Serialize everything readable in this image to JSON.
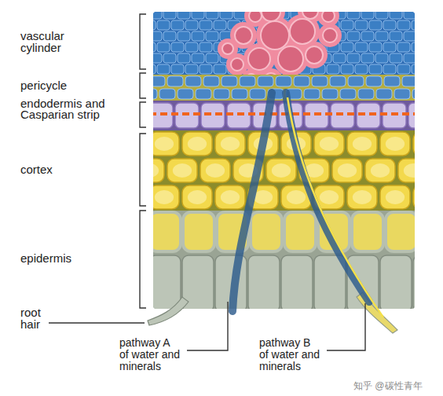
{
  "diagram": {
    "labels": [
      "vascular cylinder",
      "pericycle",
      "endodermis and Casparian strip",
      "cortex",
      "epidermis",
      "root hair",
      "pathway A of water and minerals",
      "pathway B of water and minerals",
      "知乎 @碳性青年"
    ]
  }
}
